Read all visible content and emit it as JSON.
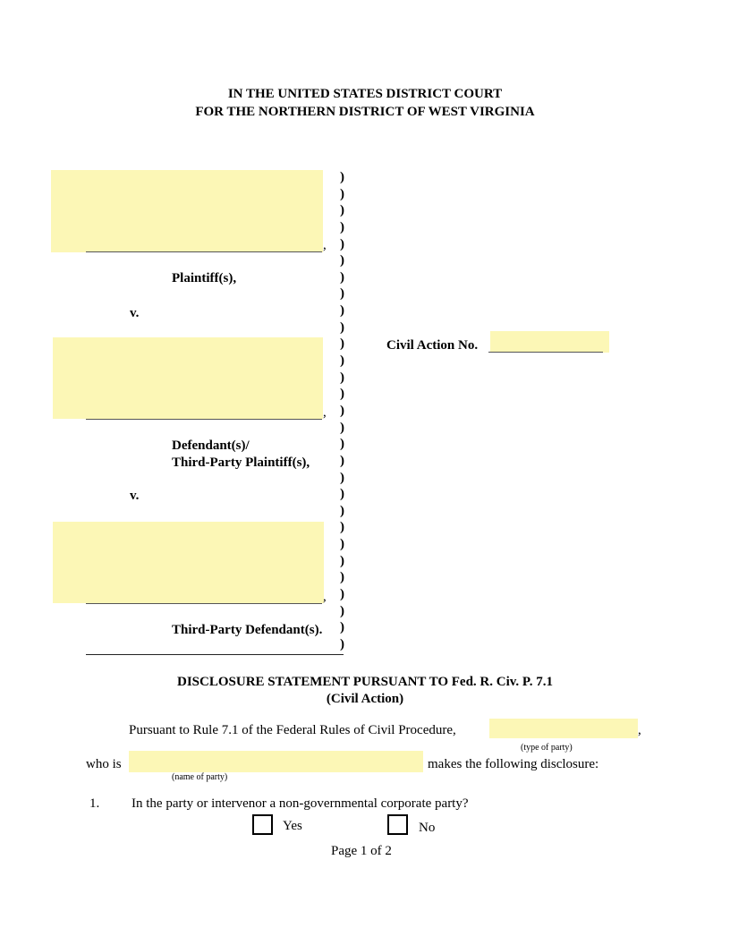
{
  "header": {
    "line1": "IN THE UNITED STATES DISTRICT COURT",
    "line2": "FOR THE NORTHERN DISTRICT OF WEST VIRGINIA"
  },
  "caption": {
    "plaintiff_field": "",
    "plaintiff_label": "Plaintiff(s),",
    "versus1": "v.",
    "defendant_field": "",
    "defendant_label_line1": "Defendant(s)/",
    "defendant_label_line2": "Third-Party Plaintiff(s),",
    "versus2": "v.",
    "third_party_field": "",
    "third_party_label": "Third-Party Defendant(s).",
    "comma": ",",
    "paren": ")",
    "paren_count": 29,
    "civil_action_label": "Civil Action No.",
    "civil_action_value": ""
  },
  "title": {
    "line1": "DISCLOSURE STATEMENT PURSUANT TO Fed. R. Civ. P. 7.1",
    "line2": "(Civil Action)"
  },
  "statement": {
    "intro": "Pursuant to Rule 7.1 of the Federal Rules of Civil Procedure,",
    "type_of_party_value": "",
    "type_of_party_caption": "(type of party)",
    "who_is": "who is",
    "name_of_party_value": "",
    "name_of_party_caption": "(name of party)",
    "makes": "makes the following disclosure:",
    "period": ","
  },
  "question1": {
    "number": "1.",
    "text": "In the party or intervenor a non-governmental corporate party?",
    "yes_label": "Yes",
    "no_label": "No",
    "yes_checked": false,
    "no_checked": false
  },
  "footer": {
    "page_label": "Page 1 of",
    "total_pages": "2"
  },
  "colors": {
    "field_fill": "#fcf7b6",
    "text": "#000000"
  }
}
